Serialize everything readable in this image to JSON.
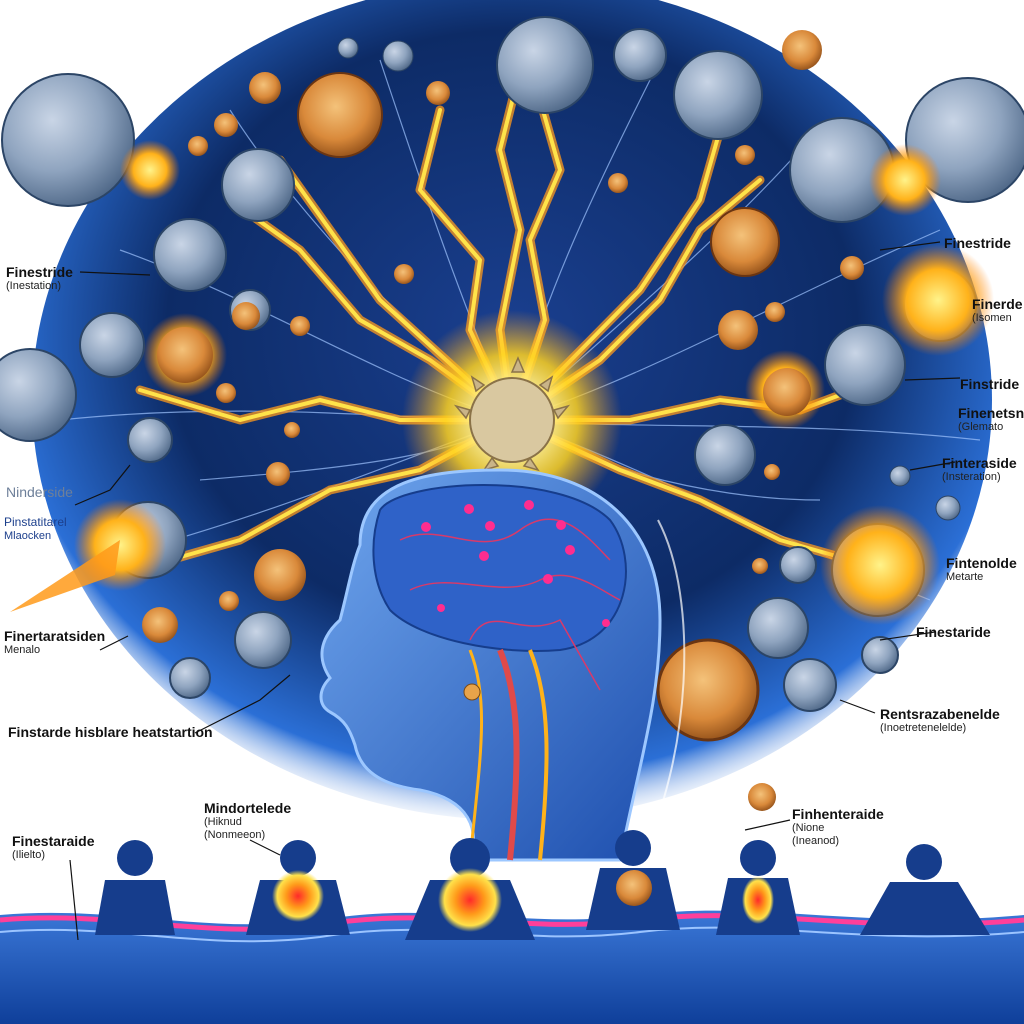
{
  "colors": {
    "background": "#ffffff",
    "deep_blue": "#0d2b66",
    "glow_blue": "#3f86e6",
    "cell_grey": "#8fa4bf",
    "energy_yellow": "#ffd21f",
    "energy_orange": "#ff9a1a",
    "brain_blue": "#2f62c8",
    "skin_blue": "#3f7fd6",
    "accent_pink": "#ff2d8f",
    "wave_pink": "#ff3f9a",
    "wave_blue": "#2a6fe0"
  },
  "labels": [
    {
      "id": "left-1",
      "text": "Finestride",
      "sub": "(Inestation)"
    },
    {
      "id": "left-2",
      "text": "Ninderside",
      "sub": ""
    },
    {
      "id": "left-3",
      "text": "Pinstatitarel",
      "sub": "Mlaocken"
    },
    {
      "id": "left-4",
      "text": "Finertaratsiden",
      "sub": "Menalo"
    },
    {
      "id": "center",
      "text": "Finstarde hisblare heatstartion",
      "sub": ""
    },
    {
      "id": "right-1",
      "text": "Finestride",
      "sub": ""
    },
    {
      "id": "right-2",
      "text": "Finerde",
      "sub": "(Isomen"
    },
    {
      "id": "right-3",
      "text": "Finstride",
      "sub": ""
    },
    {
      "id": "right-4",
      "text": "Finenetsnore",
      "sub": "(Glemato"
    },
    {
      "id": "right-5",
      "text": "Finteraside",
      "sub": "(Insteration)"
    },
    {
      "id": "right-6",
      "text": "Fintenolde",
      "sub": "Metarte"
    },
    {
      "id": "right-7",
      "text": "Finestaride",
      "sub": ""
    },
    {
      "id": "right-8",
      "text": "Rentsrazabenelde",
      "sub": "(Inoetretenelelde)"
    },
    {
      "id": "bottom-1",
      "text": "Finestaraide",
      "sub": "(Ilielto)"
    },
    {
      "id": "bottom-2",
      "text": "Mindortelede",
      "sub": "(Hiknud",
      "sub2": "(Nonmeeon)"
    },
    {
      "id": "bottom-3",
      "text": "Finhenteraide",
      "sub": "(Nione",
      "sub2": "(Ineanod)"
    }
  ]
}
